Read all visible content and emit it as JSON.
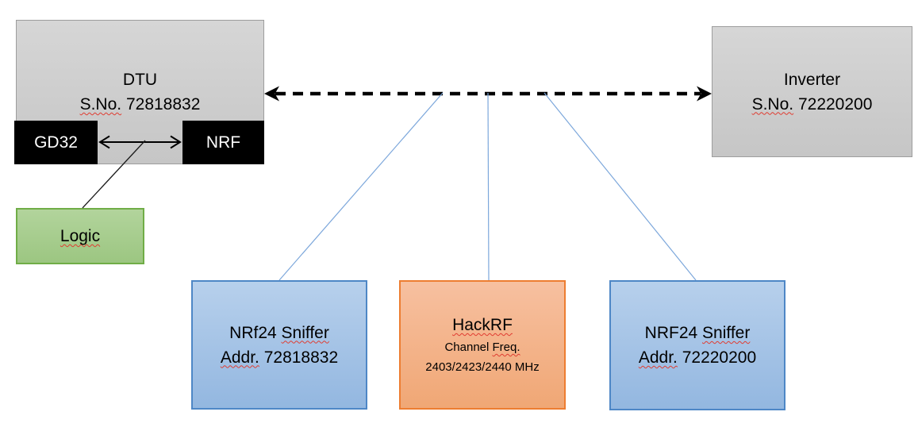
{
  "dtu": {
    "title": "DTU",
    "serial_label": "S.No.",
    "serial_value": " 72818832"
  },
  "gd32": {
    "label": "GD32"
  },
  "nrf": {
    "label": "NRF"
  },
  "logic": {
    "label": "Logic"
  },
  "inverter": {
    "title": "Inverter",
    "serial_label": "S.No.",
    "serial_value": " 72220200"
  },
  "sniffer_left": {
    "title_prefix": "NRf24 ",
    "title_word": "Sniffer",
    "addr_label": "Addr.",
    "addr_value": " 72818832"
  },
  "hackrf": {
    "title": "HackRF",
    "freq_prefix": "Channel ",
    "freq_word": "Freq.",
    "freq_values": "2403/2423/2440 MHz"
  },
  "sniffer_right": {
    "title_prefix": "NRF24 ",
    "title_word": "Sniffer",
    "addr_label": "Addr.",
    "addr_value": " 72220200"
  },
  "colors": {
    "box_gray": "#cccccc",
    "box_gray_border": "#9d9d9d",
    "box_black": "#000000",
    "box_green": "#a9d08e",
    "box_green_border": "#70ad47",
    "box_blue": "#a8c6e5",
    "box_blue_border": "#4e87c6",
    "box_orange": "#f4b183",
    "box_orange_border": "#ed7d31",
    "connector_blue": "#7ca7db",
    "arrow_black": "#000000",
    "squiggle_red": "#e03c31"
  }
}
